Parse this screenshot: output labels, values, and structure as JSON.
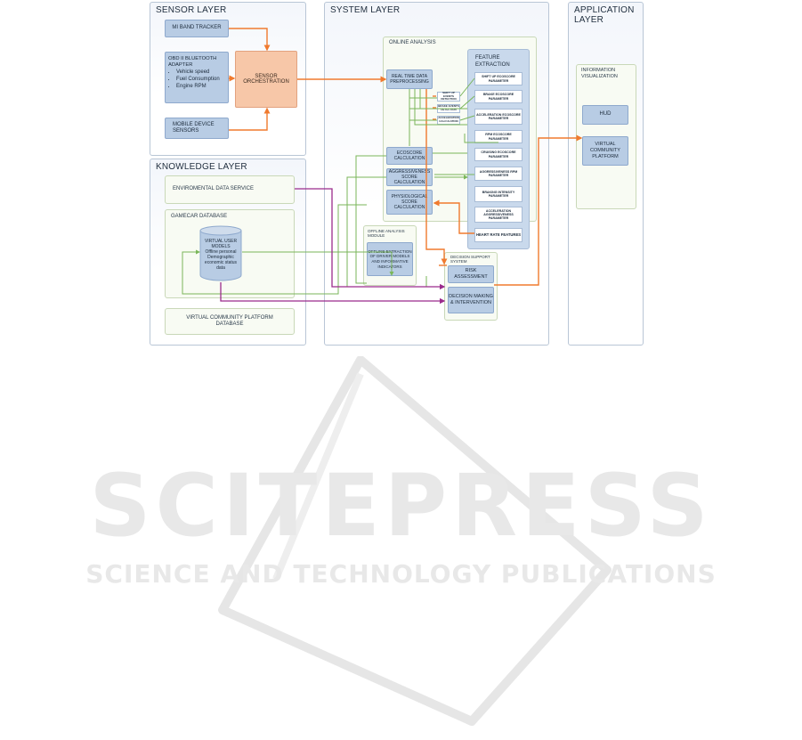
{
  "layers": {
    "sensor": "SENSOR LAYER",
    "knowledge": "KNOWLEDGE LAYER",
    "system": "SYSTEM LAYER",
    "application": "APPLICATION LAYER"
  },
  "sensor": {
    "mi_band": "MI BAND TRACKER",
    "obd_title": "OBD II BLUETOOTH ADAPTER",
    "obd_items": [
      "Vehicle speed",
      "Fuel Consumption",
      "Engine RPM"
    ],
    "mobile": "MOBILE DEVICE SENSORS",
    "orchestration": "SENSOR ORCHESTRATION"
  },
  "knowledge": {
    "env": "ENVIROMENTAL DATA SERVICE",
    "gamecar": "GAMECAR DATABASE",
    "db_title": "VIRTUAL USER MODELS",
    "db_lines": [
      "Offline personal",
      "Demographic",
      "economic status",
      "data"
    ],
    "vcp_db": "VIRTUAL COMMUNITY PLATFORM DATABASE"
  },
  "system": {
    "online": "ONLINE ANALYSIS",
    "preprocessing": "REAL TIME DATA PREPROCESSING",
    "shift_up_detect": "SHIFT UP EVENTS DETECTION",
    "brake_detect": "BRAKE EVENTS DETECTION",
    "accel_detect": "ACCELERATION CALCULATION",
    "ecoscore": "ECOSCORE CALCULATION",
    "aggressiveness": "AGGRESSIVENESS SCORE CALCULATION",
    "physiological": "PHYSIOLOGICAL SCORE CALCULATION",
    "feature_title": "FEATURE EXTRACTION",
    "features": [
      "SHIFT UP ECOSCORE PARAMETER",
      "BRAKE ECOSCORE PARAMETER",
      "ACCELERATION ECOSCORE PARAMETER",
      "RPM ECOSCORE PARAMETER",
      "CRUISING ECOSCORE PARAMETER",
      "AGGRESSIVENESS RPM PARAMETER",
      "BRAKING INTENSITY PARAMETER",
      "ACCELERATION AGGRESSIVENESS PARAMETER"
    ],
    "heart_rate": "HEART RATE FEATURES",
    "offline_title": "OFFLINE ANALYSIS MODULE",
    "offline_box": "OFFLINE EXTRACTION OF DRIVER MODELS AND INFORMATIVE INDICATORS",
    "dss_title": "DECISION SUPPORT SYSTEM",
    "risk": "RISK ASSESSMENT",
    "decision": "DECISION MAKING & INTERVENTION"
  },
  "application": {
    "info_vis": "INFORMATION VISUALIZATION",
    "hud": "HUD",
    "vcp": "VIRTUAL COMMUNITY PLATFORM"
  },
  "watermark": {
    "main": "SCITEPRESS",
    "sub": "SCIENCE AND TECHNOLOGY PUBLICATIONS"
  },
  "colors": {
    "orange_arrow": "#f07a2e",
    "green_arrow": "#7ab65a",
    "purple_arrow": "#9b2b8c"
  }
}
